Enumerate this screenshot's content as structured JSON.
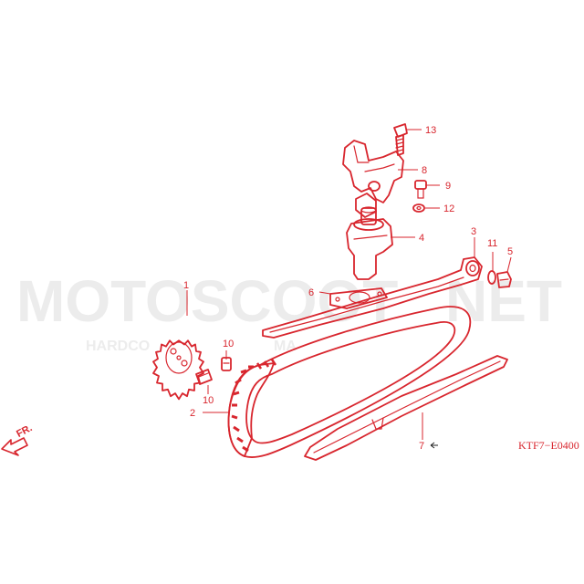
{
  "watermark": {
    "main": "MOTOSCOOT",
    "suffix": "NET",
    "sub": "HARDCO",
    "sub2": "MA"
  },
  "diagram_code": "KTF7−E0400",
  "direction_label": "FR.",
  "callouts": {
    "c1": "1",
    "c2": "2",
    "c3": "3",
    "c4": "4",
    "c5": "5",
    "c6": "6",
    "c7": "7",
    "c8": "8",
    "c9": "9",
    "c10a": "10",
    "c10b": "10",
    "c11": "11",
    "c12": "12",
    "c13": "13"
  },
  "colors": {
    "line": "#d8262e",
    "watermark": "#ececec",
    "background": "#ffffff"
  }
}
